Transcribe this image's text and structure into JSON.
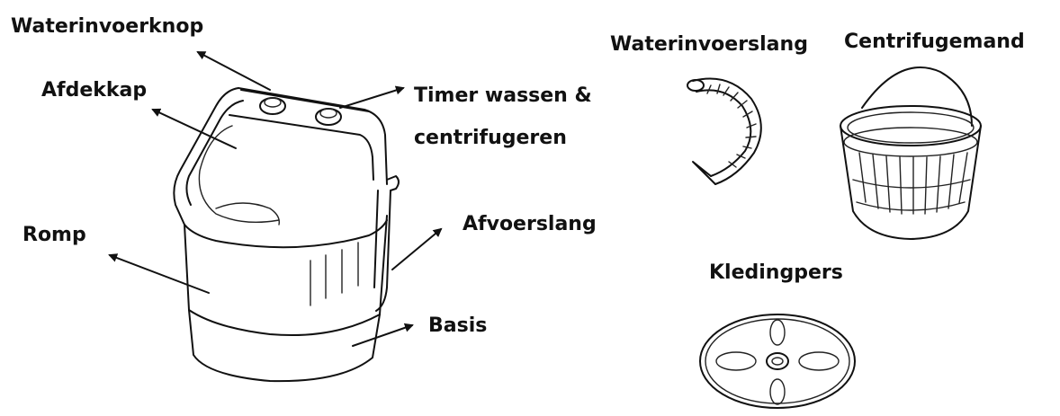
{
  "labels": {
    "waterinvoerknop": "Waterinvoerknop",
    "afdekkap": "Afdekkap",
    "timer_line1": "Timer wassen &",
    "timer_line2": "centrifugeren",
    "romp": "Romp",
    "afvoerslang": "Afvoerslang",
    "basis": "Basis",
    "waterinvoerslang": "Waterinvoerslang",
    "centrifugemand": "Centrifugemand",
    "kledingpers": "Kledingpers"
  },
  "colors": {
    "line": "#111111",
    "background": "#ffffff"
  }
}
